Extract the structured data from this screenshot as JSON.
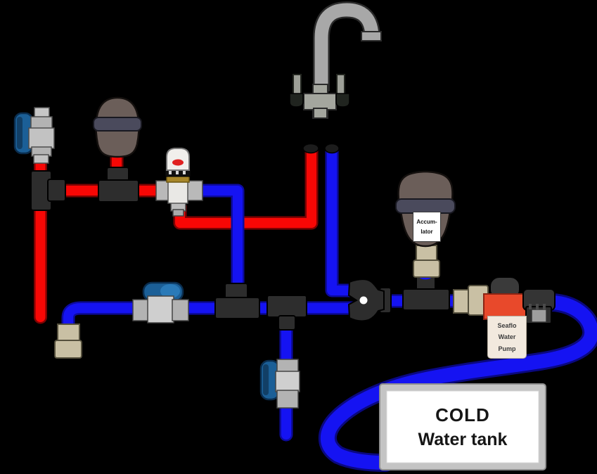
{
  "diagram": {
    "background": "#000000",
    "labels": {
      "accumulator": {
        "line1": "Accum-",
        "line2": "lator"
      },
      "pump": {
        "line1": "Seaflo",
        "line2": "Water",
        "line3": "Pump"
      },
      "tank": {
        "line1": "COLD",
        "line2": "Water tank"
      }
    },
    "colors": {
      "hot_pipe": "#f80705",
      "cold_pipe": "#1513f2",
      "fitting_dark": "#2d2d2d",
      "pump_red": "#e8492b",
      "valve_handle_blue": "#1b5f97",
      "vessel_brown": "#6b5e59",
      "vessel_band": "#4a4a5c",
      "brass": "#c9c0a4",
      "chrome": "#c4c4c4",
      "tap_gray": "#a8a8a8",
      "tank_frame": "#c4c4c4",
      "tank_fill": "#ffffff"
    }
  }
}
